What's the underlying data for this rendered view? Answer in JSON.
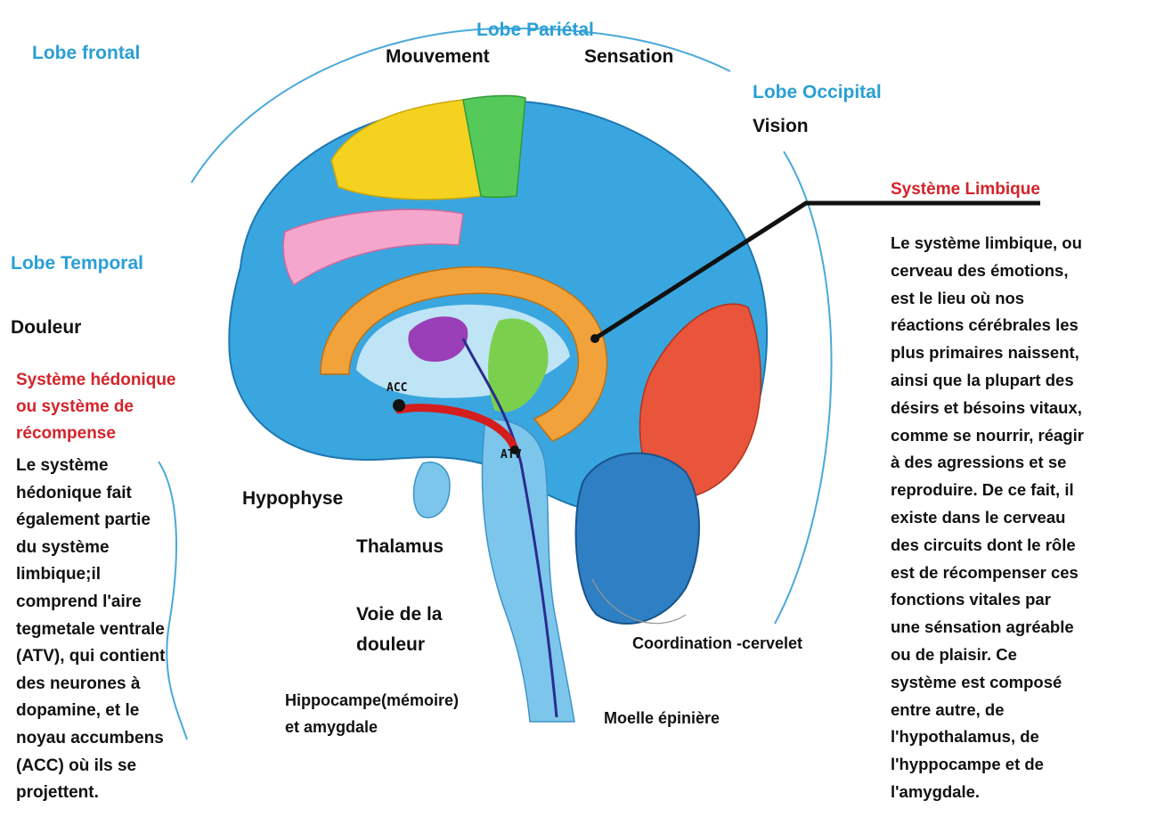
{
  "labels": {
    "lobe_frontal": "Lobe frontal",
    "lobe_parietal": "Lobe Pariétal",
    "mouvement": "Mouvement",
    "sensation": "Sensation",
    "lobe_occipital": "Lobe Occipital",
    "vision": "Vision",
    "lobe_temporal": "Lobe Temporal",
    "douleur": "Douleur",
    "hypophyse": "Hypophyse",
    "thalamus": "Thalamus",
    "voie_douleur_1": "Voie de la",
    "voie_douleur_2": "douleur",
    "hippocampe_1": "Hippocampe(mémoire)",
    "hippocampe_2": "et amygdale",
    "coordination": "Coordination -cervelet",
    "moelle": "Moelle épinière",
    "acc": "ACC",
    "atv": "ATV"
  },
  "hedonic": {
    "title_lines": [
      "Système hédonique",
      "ou système de",
      "récompense"
    ],
    "lines": [
      "Le système",
      "hédonique fait",
      "également partie",
      "du système",
      "limbique;il",
      "comprend l'aire",
      "tegmetale ventrale",
      "(ATV), qui contient",
      "des neurones à",
      "dopamine, et le",
      "noyau accumbens",
      "(ACC) où ils se",
      "projettent."
    ]
  },
  "limbic": {
    "title": "Système Limbique",
    "lines": [
      "Le système limbique, ou",
      "cerveau des émotions,",
      "est le lieu où nos",
      "réactions cérébrales les",
      "plus primaires naissent,",
      "ainsi que la plupart des",
      "désirs et bésoins vitaux,",
      "comme se nourrir, réagir",
      "à des agressions et se",
      "reproduire. De ce fait, il",
      "existe dans le cerveau",
      "des circuits dont le rôle",
      "est de récompenser ces",
      "fonctions vitales par",
      "une sénsation agréable",
      "ou de plaisir. Ce",
      "système est composé",
      "entre autre, de",
      "l'hypothalamus, de",
      "l'hyppocampe et de",
      "l'amygdale."
    ]
  },
  "colors": {
    "label_blue": "#2a9fd6",
    "label_red": "#d4232a",
    "brain_blue": "#3aa6df",
    "cortex_yellow": "#f5d21f",
    "cortex_green": "#55c95a",
    "occipital_red": "#e8553a",
    "limbic_orange": "#f2a23a"
  }
}
